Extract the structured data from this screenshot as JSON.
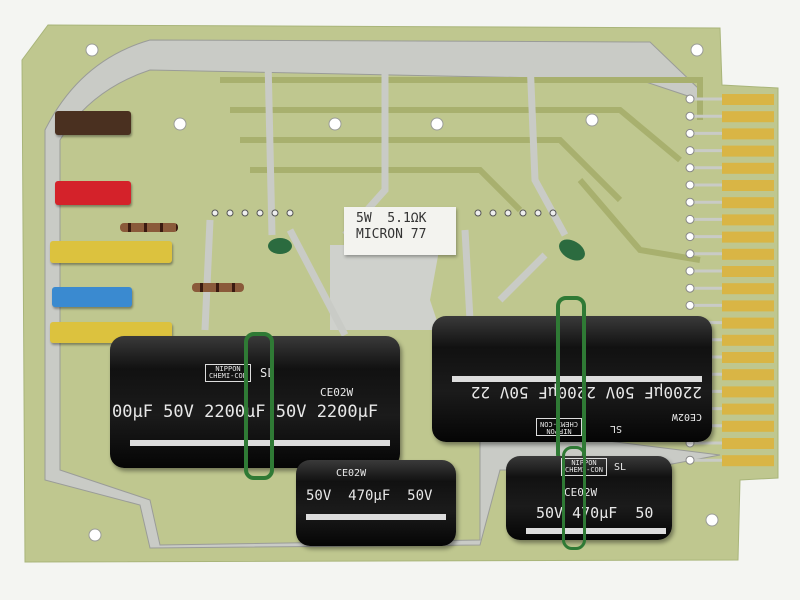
{
  "resistor_label": {
    "line1": "5W  5.1ΩK",
    "line2": "MICRON 77"
  },
  "capacitors": [
    {
      "brand": "NIPPON CHEMI-CON",
      "series": "SL",
      "model": "CE02W",
      "rating": "00μF 50V 2200μF 50V 2200μF"
    },
    {
      "brand": "NIPPON CHEMI-CON",
      "series": "SL",
      "model": "CE02W",
      "rating": "2200μF 50V 2200μF 50V 22"
    },
    {
      "model": "CE02W",
      "rating": "50V  470μF  50V"
    },
    {
      "brand": "NIPPON CHEMI-CON",
      "series": "SL",
      "model": "CE02W",
      "rating": "50V 470μF  50"
    }
  ],
  "colors": {
    "board": "#bfc78f",
    "heatsink": "#c9cbc6",
    "gold": "#d9b545",
    "capacitor": "#141414",
    "ring": "#2f7a35"
  }
}
